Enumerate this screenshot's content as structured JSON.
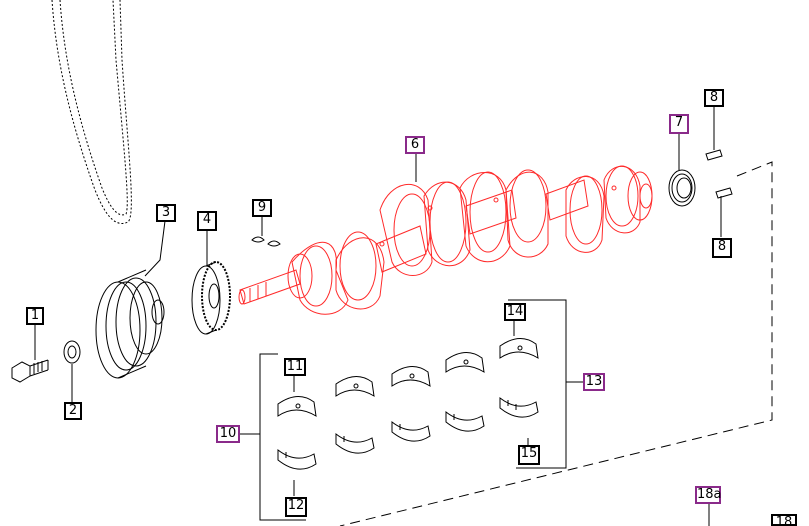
{
  "colors": {
    "line": "#000000",
    "highlight_part": "#ff2a2a",
    "highlight_label_border": "#8a2a8a",
    "background": "#ffffff"
  },
  "callouts": {
    "c1": "1",
    "c2": "2",
    "c3": "3",
    "c4": "4",
    "c6": "6",
    "c7": "7",
    "c8a": "8",
    "c8b": "8",
    "c9": "9",
    "c10": "10",
    "c11": "11",
    "c12": "12",
    "c13": "13",
    "c14": "14",
    "c15": "15",
    "c18a": "18a",
    "c18": "18"
  }
}
